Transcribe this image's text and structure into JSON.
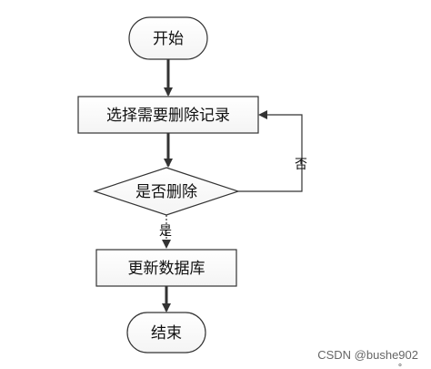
{
  "flowchart": {
    "start": "开始",
    "select_records": "选择需要删除记录",
    "decision": "是否删除",
    "yes_label": "是",
    "no_label": "否",
    "update_db": "更新数据库",
    "end": "结束"
  },
  "watermark": "CSDN @bushe902",
  "small_mark": "ₒ"
}
